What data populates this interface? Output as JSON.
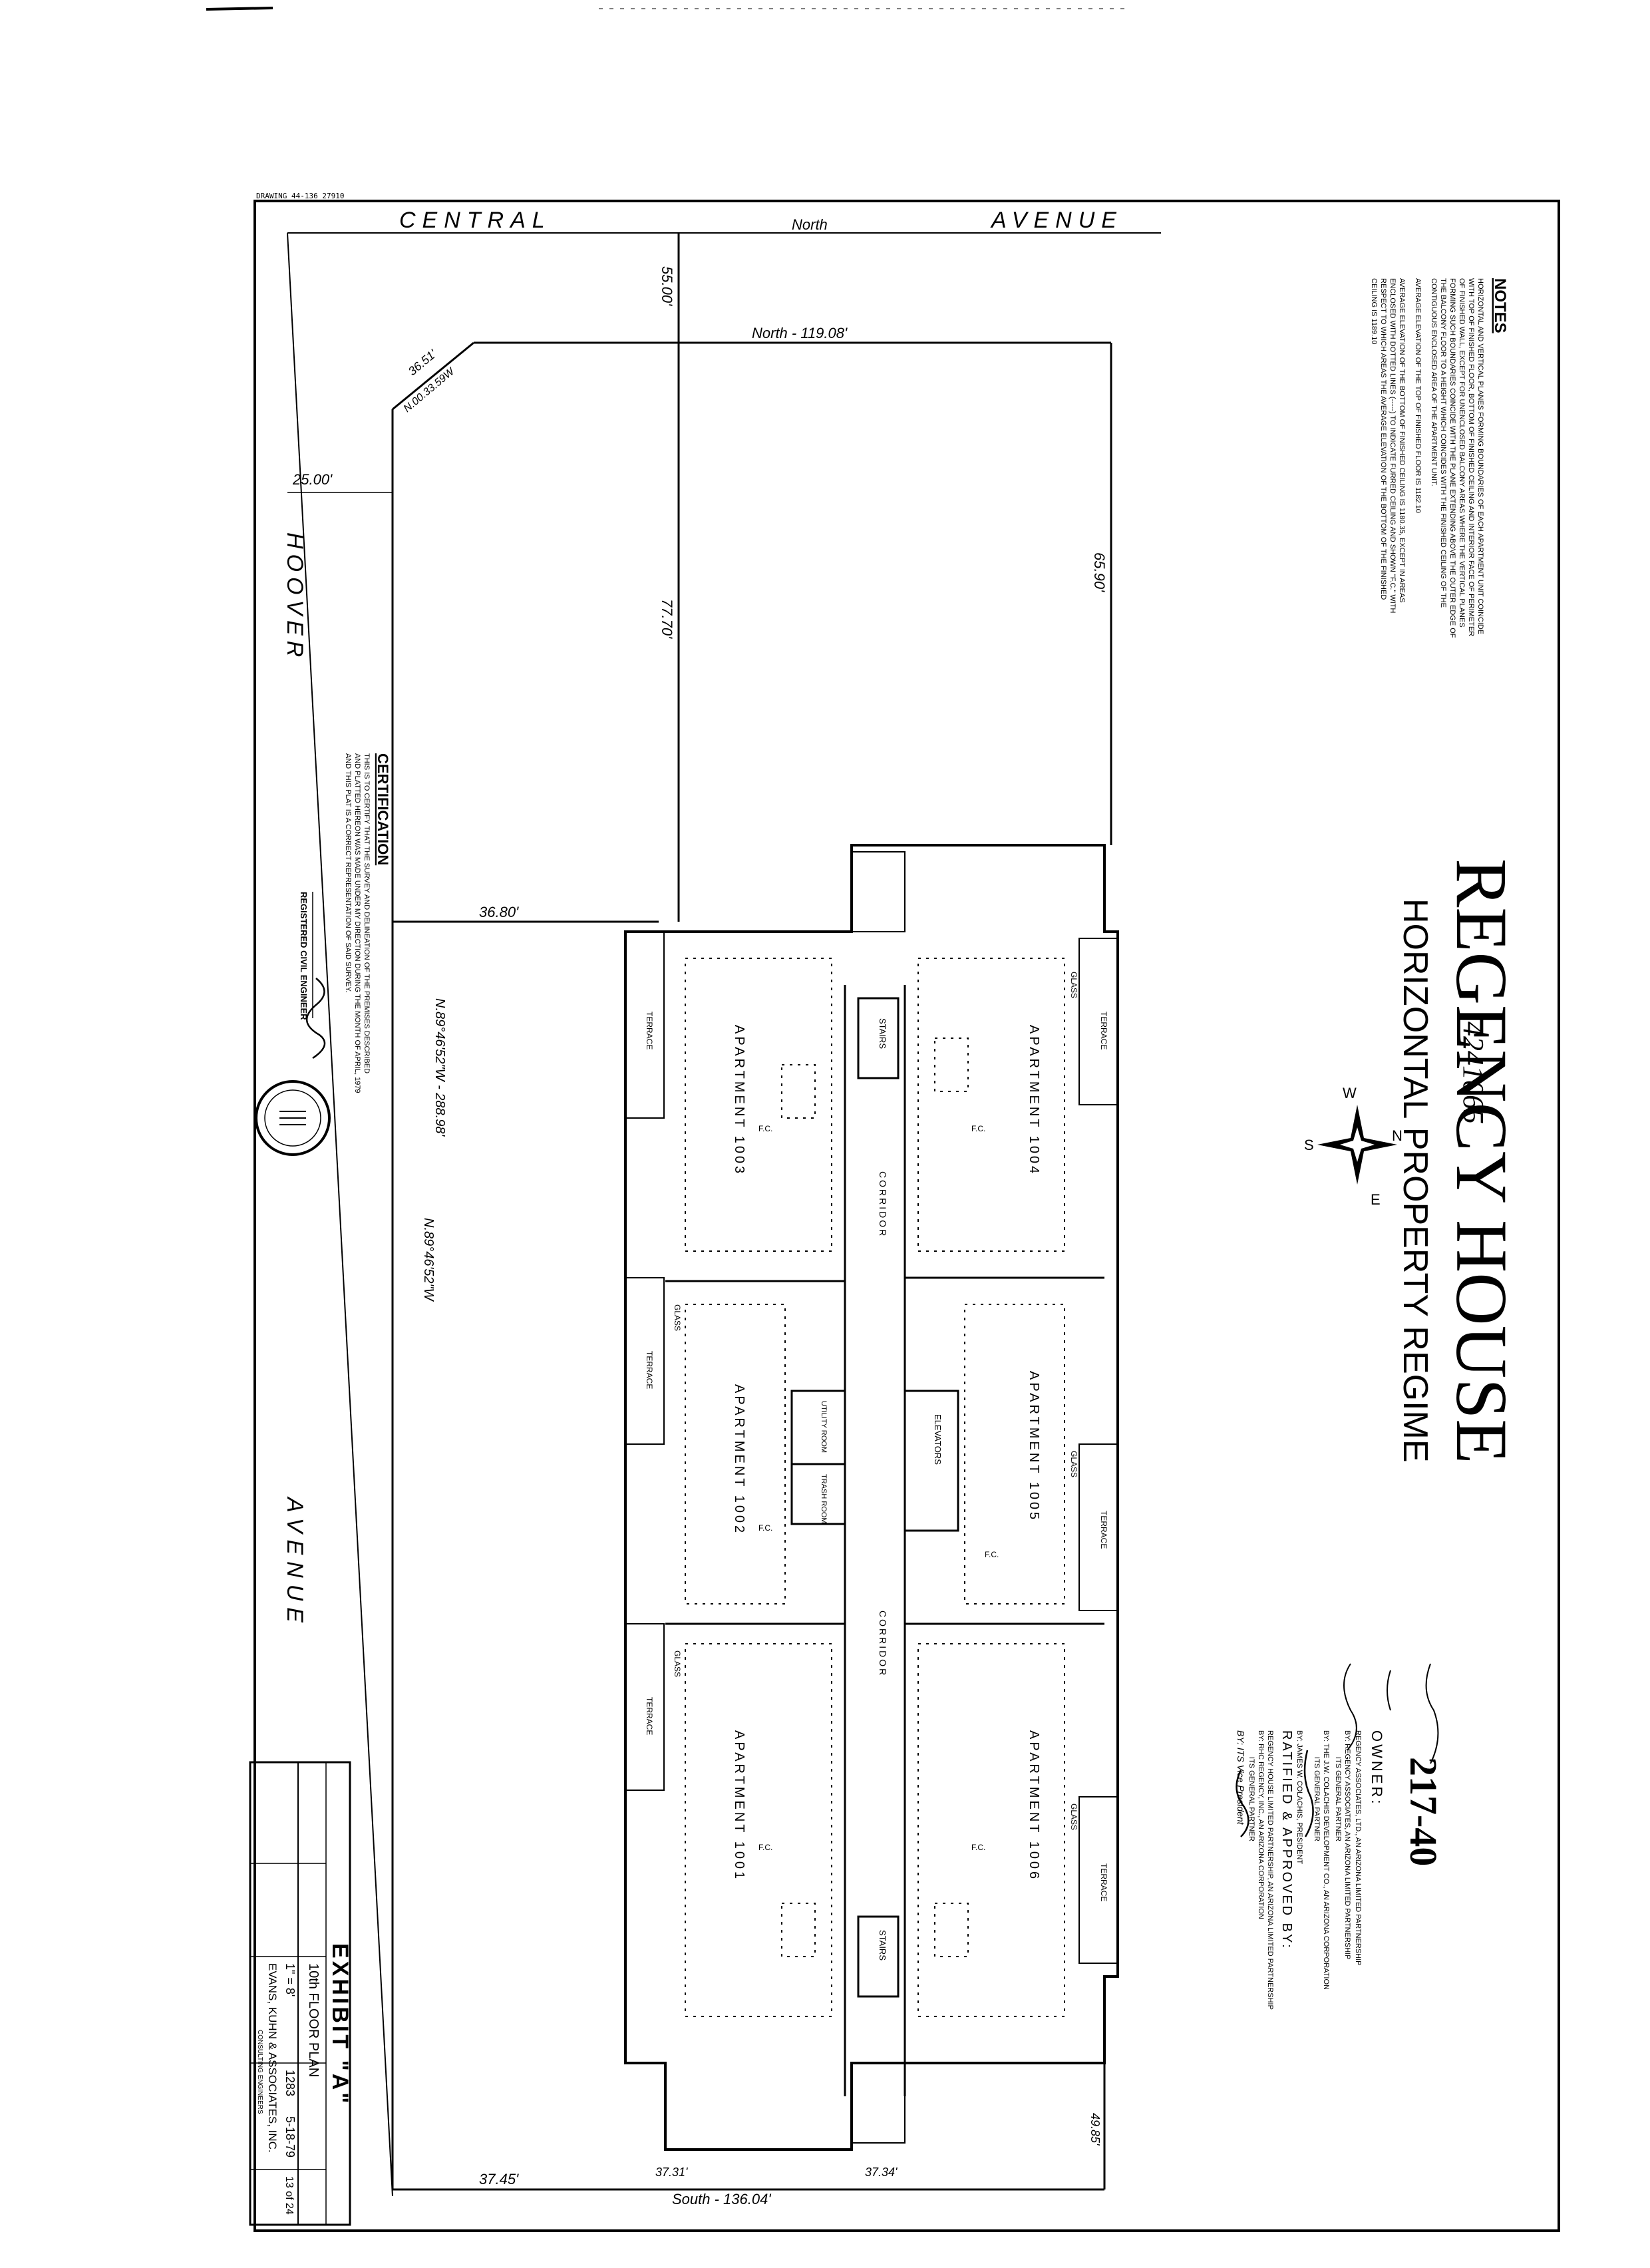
{
  "header": {
    "doc_number": "4241065",
    "sheet_code": "217-40",
    "title": "REGENCY HOUSE",
    "subtitle": "HORIZONTAL PROPERTY REGIME",
    "drawing_no": "DRAWING 44-136 27910"
  },
  "streets": {
    "top_left": "CENTRAL",
    "top_mid": "North",
    "top_right": "AVENUE",
    "left_top": "HOOVER",
    "left_bottom": "AVENUE"
  },
  "dims": {
    "d55": "55.00'",
    "north": "North - 119.08'",
    "diag1": "36.51'",
    "diag2": "N.00.33.59W",
    "d25": "25.00'",
    "d7770": "77.70'",
    "d6590": "65.90'",
    "d3680": "36.80'",
    "d3745": "37.45'",
    "d3731": "37.31'",
    "d3734": "37.34'",
    "d4985": "49.85'",
    "south": "South - 136.04'",
    "bearing1": "N.89°46'52\"W - 288.98'",
    "bearing2": "N.89°46'52\"W"
  },
  "notes": {
    "heading": "NOTES",
    "lines": [
      "HORIZONTAL AND VERTICAL PLANES FORMING BOUNDARIES OF EACH APARTMENT UNIT COINCIDE",
      "WITH TOP OF FINISHED FLOOR, BOTTOM OF FINISHED CEILING AND INTERIOR FACE OF PERIMETER",
      "OF FINISHED WALL, EXCEPT FOR UNENCLOSED BALCONY AREAS WHERE THE VERTICAL PLANES",
      "FORMING SUCH BOUNDARIES COINCIDE WITH THE PLANE EXTENDING ABOVE THE OUTER EDGE OF",
      "THE BALCONY FLOOR TO A HEIGHT WHICH COINCIDES WITH THE FINISHED CEILING OF THE",
      "CONTIGUOUS ENCLOSED AREA OF THE APARTMENT UNIT.",
      "AVERAGE ELEVATION OF THE TOP OF FINISHED FLOOR IS 1182.10",
      "AVERAGE ELEVATION OF THE BOTTOM OF FINISHED CEILING IS 1180.35, EXCEPT IN AREAS",
      "ENCLOSED WITH DOTTED LINES (-----) TO INDICATE FURRED CEILING AND SHOWN \"F.C.\" WITH",
      "RESPECT TO WHICH AREAS THE AVERAGE ELEVATION OF THE BOTTOM OF THE FINISHED",
      "CEILING IS 1189.10"
    ]
  },
  "certification": {
    "heading": "CERTIFICATION",
    "lines": [
      "THIS IS TO CERTIFY THAT THE SURVEY AND DELINEATION OF THE PREMISES DESCRIBED",
      "AND PLATTED HEREON WAS MADE UNDER MY DIRECTION DURING THE MONTH OF APRIL, 1979",
      "AND THIS PLAT IS A CORRECT REPRESENTATION OF SAID SURVEY."
    ],
    "signer_label": "REGISTERED CIVIL ENGINEER"
  },
  "owner": {
    "heading": "OWNER:",
    "lines": [
      "REGENCY ASSOCIATES, LTD., AN ARIZONA LIMITED PARTNERSHIP",
      "BY: REGENCY ASSOCIATES, AN ARIZONA LIMITED PARTNERSHIP",
      "ITS GENERAL PARTNER",
      "BY: THE J.W. COLACHIS DEVELOPMENT CO., AN ARIZONA CORPORATION",
      "ITS GENERAL PARTNER",
      "BY: JAMES W. COLACHIS, PRESIDENT"
    ]
  },
  "ratified": {
    "heading": "RATIFIED & APPROVED BY:",
    "lines": [
      "REGENCY HOUSE LIMITED PARTNERSHIP, AN ARIZONA LIMITED PARTNERSHIP",
      "BY: RHC REGENCY, INC., AN ARIZONA CORPORATION",
      "ITS GENERAL PARTNER",
      "BY: ITS Vice President"
    ]
  },
  "plan": {
    "apartments": [
      "APARTMENT 1001",
      "APARTMENT 1002",
      "APARTMENT 1003",
      "APARTMENT 1004",
      "APARTMENT 1005",
      "APARTMENT 1006"
    ],
    "corridor": "CORRIDOR",
    "stairs": "STAIRS",
    "elevators": "ELEVATORS",
    "utility": "UTILITY ROOM",
    "trash": "TRASH ROOM",
    "terrace": "TERRACE",
    "glass": "GLASS",
    "fc": "F.C.",
    "compass": {
      "n": "N",
      "s": "S",
      "e": "E",
      "w": "W"
    }
  },
  "title_block": {
    "exhibit": "EXHIBIT \"A\"",
    "sheet_title": "10th FLOOR PLAN",
    "scale": "1\" = 8'",
    "job_no": "1283",
    "date": "5-18-79",
    "sheet": "13 of 24",
    "firm": "EVANS, KUHN & ASSOCIATES, INC.",
    "firm_sub": "CONSULTING ENGINEERS"
  }
}
